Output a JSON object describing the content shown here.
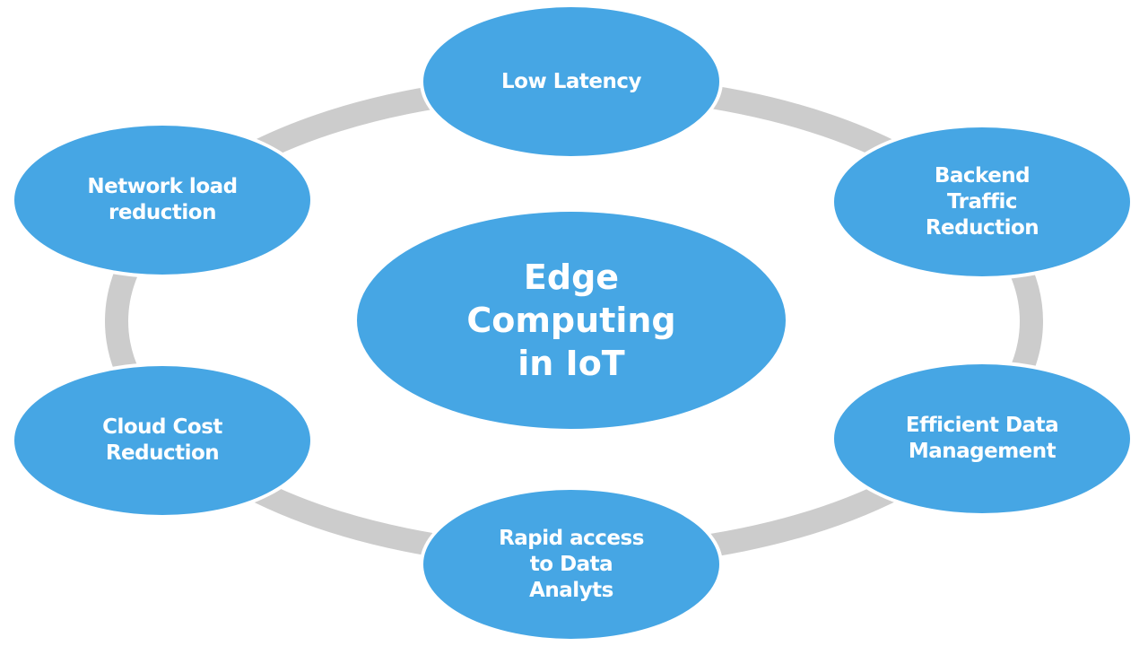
{
  "diagram": {
    "center": {
      "label": "Edge\nComputing\nin IoT"
    },
    "nodes": [
      {
        "id": "top",
        "label": "Low Latency"
      },
      {
        "id": "top-right",
        "label": "Backend\nTraffic\nReduction"
      },
      {
        "id": "bottom-right",
        "label": "Efficient Data\nManagement"
      },
      {
        "id": "bottom",
        "label": "Rapid access\nto Data\nAnalyts"
      },
      {
        "id": "bottom-left",
        "label": "Cloud Cost\nReduction"
      },
      {
        "id": "top-left",
        "label": "Network load\nreduction"
      }
    ],
    "colors": {
      "node_fill": "#46a6e4",
      "ring": "#cccccc",
      "text": "#ffffff",
      "background": "#ffffff"
    }
  }
}
